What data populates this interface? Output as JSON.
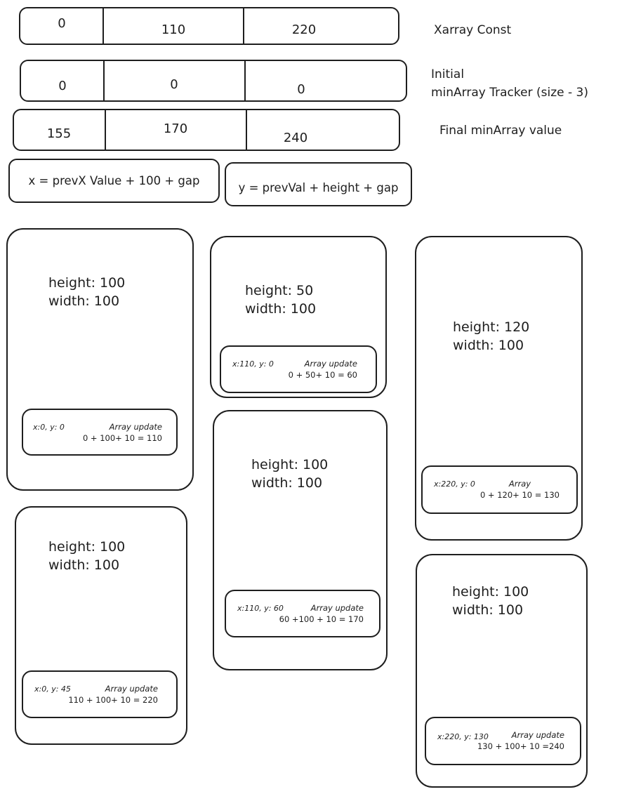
{
  "arrays": {
    "xarray": {
      "label": "Xarray Const",
      "values": [
        "0",
        "110",
        "220"
      ]
    },
    "initial": {
      "label_line1": "Initial",
      "label_line2": "minArray Tracker (size - 3)",
      "values": [
        "0",
        "0",
        "0"
      ]
    },
    "final": {
      "label": "Final minArray value",
      "values": [
        "155",
        "170",
        "240"
      ]
    }
  },
  "formulas": {
    "x": "x = prevX Value + 100 + gap",
    "y": "y = prevVal + height + gap"
  },
  "cards": [
    {
      "height": "height: 100",
      "width": "width: 100",
      "coord": "x:0, y: 0",
      "update_title": "Array update",
      "update_expr": "0 + 100+ 10 = 110"
    },
    {
      "height": "height: 100",
      "width": "width: 100",
      "coord": "x:0, y: 45",
      "update_title": "Array update",
      "update_expr": "110 + 100+ 10 = 220"
    },
    {
      "height": "height: 50",
      "width": "width: 100",
      "coord": "x:110, y: 0",
      "update_title": "Array update",
      "update_expr": "0 + 50+ 10 = 60"
    },
    {
      "height": "height: 100",
      "width": "width: 100",
      "coord": "x:110, y: 60",
      "update_title": "Array update",
      "update_expr": "60 +100 + 10 = 170"
    },
    {
      "height": "height: 120",
      "width": "width: 100",
      "coord": "x:220, y: 0",
      "update_title": "Array",
      "update_expr": "0 + 120+ 10 = 130"
    },
    {
      "height": "height: 100",
      "width": "width: 100",
      "coord": "x:220, y: 130",
      "update_title": "Array update",
      "update_expr": "130 + 100+ 10 =240"
    }
  ]
}
